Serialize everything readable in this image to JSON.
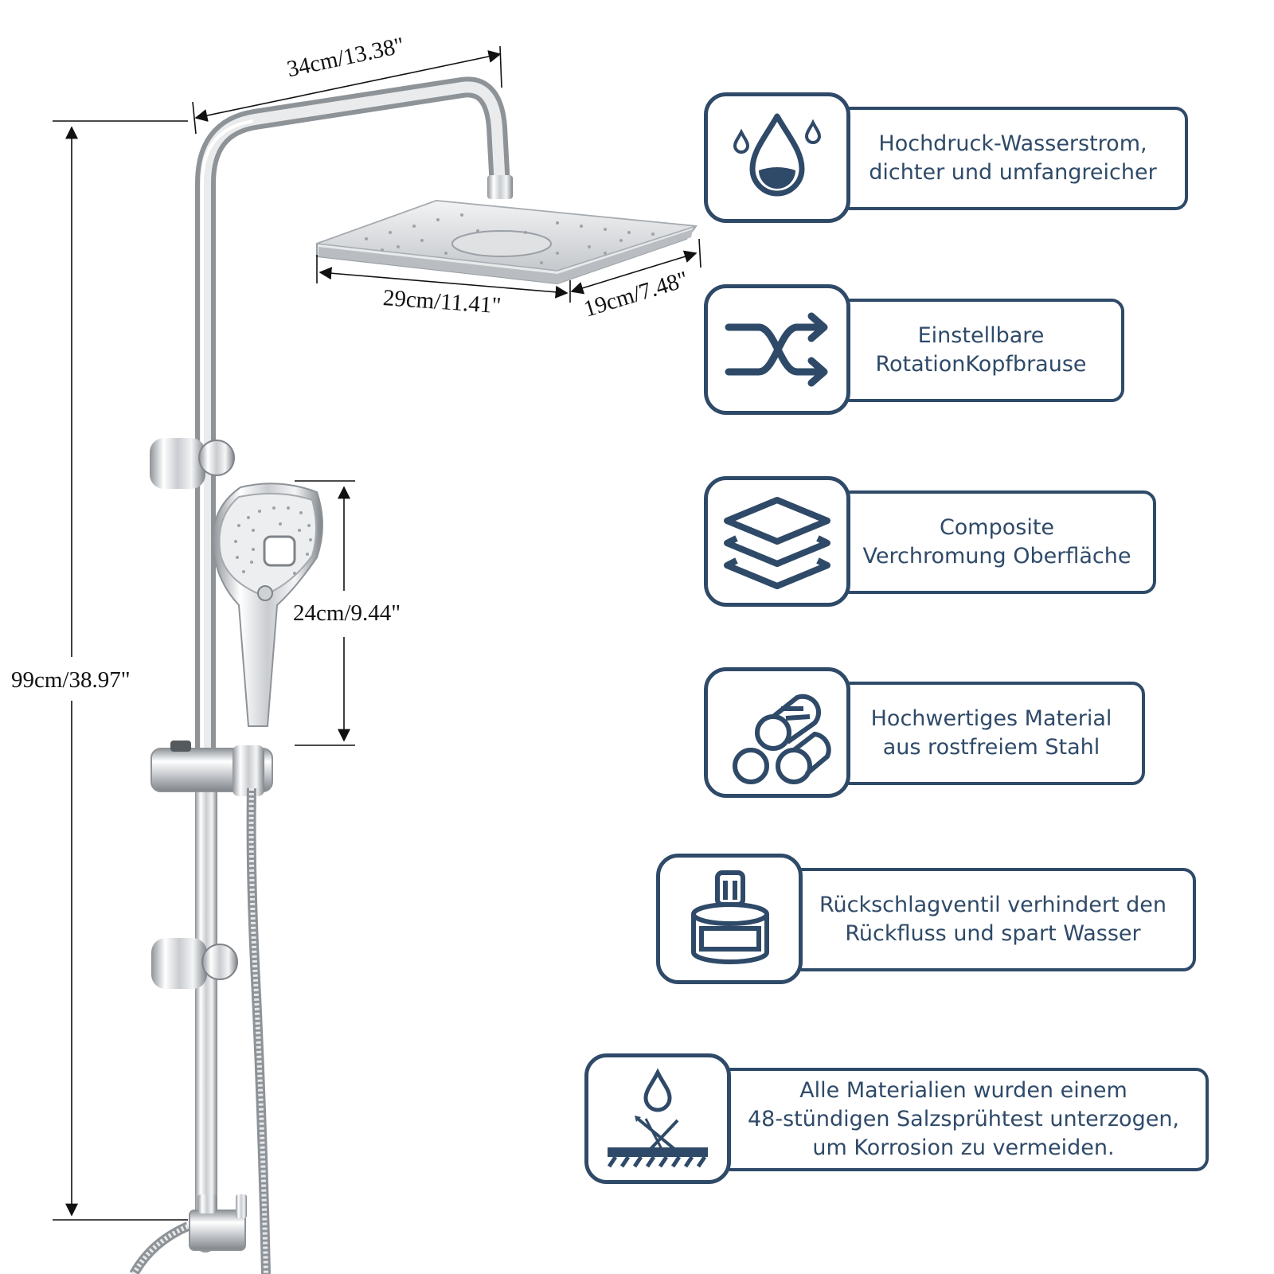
{
  "dimensions": {
    "overall_width": "34cm/13.38\"",
    "overall_height": "99cm/38.97\"",
    "head_width": "29cm/11.41\"",
    "head_depth": "19cm/7.48\"",
    "handshower_length": "24cm/9.44\""
  },
  "features": [
    {
      "icon": "water-drop-icon",
      "lines": [
        "Hochdruck-Wasserstrom,",
        "dichter und umfangreicher"
      ]
    },
    {
      "icon": "shuffle-arrows-icon",
      "lines": [
        "Einstellbare",
        "RotationKopfbrause"
      ]
    },
    {
      "icon": "layers-icon",
      "lines": [
        "Composite",
        "Verchromung Oberfläche"
      ]
    },
    {
      "icon": "steel-bars-icon",
      "lines": [
        "Hochwertiges Material",
        "aus rostfreiem Stahl"
      ]
    },
    {
      "icon": "valve-icon",
      "lines": [
        "Rückschlagventil verhindert den",
        "Rückfluss und spart Wasser"
      ]
    },
    {
      "icon": "corrosion-test-icon",
      "lines": [
        "Alle Materialien wurden einem",
        "48-stündigen Salzsprühtest unterzogen,",
        "um Korrosion zu vermeiden."
      ]
    }
  ],
  "colors": {
    "accent": "#2f4a68",
    "chrome": "#c9ccd0"
  }
}
